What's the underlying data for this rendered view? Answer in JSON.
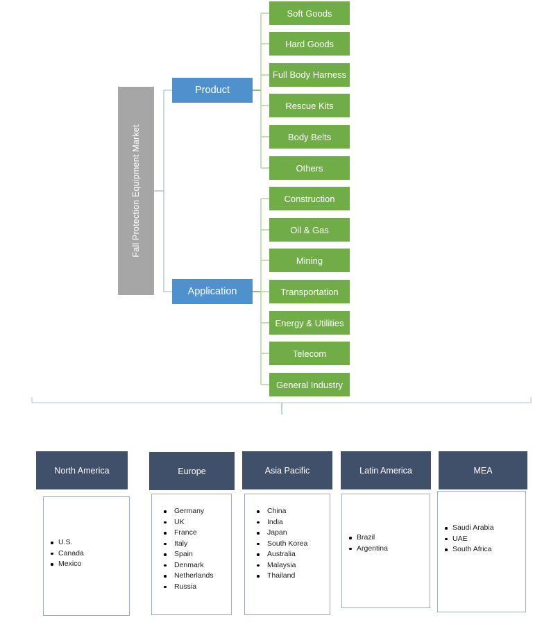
{
  "diagram": {
    "title": "Fall Protection Equipment Market",
    "root": {
      "label": "Fall Protection Equipment Market",
      "color": "#a6a6a6"
    },
    "categories": [
      {
        "label": "Product",
        "color": "#4f91cd",
        "children": [
          "Soft Goods",
          "Hard Goods",
          "Full Body Harness",
          "Rescue Kits",
          "Body Belts",
          "Others"
        ]
      },
      {
        "label": "Application",
        "color": "#4f91cd",
        "children": [
          "Construction",
          "Oil & Gas",
          "Mining",
          "Transportation",
          "Energy & Utilities",
          "Telecom",
          "General Industry"
        ]
      }
    ],
    "leaf_color": "#70ad47",
    "connector_colors": {
      "blue": "#b8cce4",
      "green": "#b7d6a0",
      "green_strong": "#70ad47"
    },
    "regions": {
      "header_color": "#41506a",
      "items": [
        {
          "name": "North America",
          "countries": [
            "U.S.",
            "Canada",
            "Mexico"
          ]
        },
        {
          "name": "Europe",
          "countries": [
            "Germany",
            "UK",
            "France",
            "Italy",
            "Spain",
            "Denmark",
            "Netherlands",
            "Russia"
          ]
        },
        {
          "name": "Asia Pacific",
          "countries": [
            "China",
            "India",
            "Japan",
            "South Korea",
            "Australia",
            "Malaysia",
            "Thailand"
          ]
        },
        {
          "name": "Latin America",
          "countries": [
            "Brazil",
            "Argentina"
          ]
        },
        {
          "name": "MEA",
          "countries": [
            "Saudi Arabia",
            "UAE",
            "South Africa"
          ]
        }
      ]
    }
  }
}
